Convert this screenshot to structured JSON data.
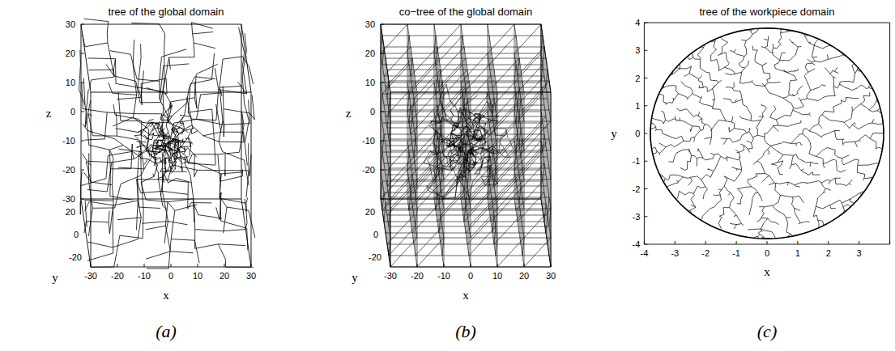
{
  "diagram": {
    "labels": [
      "tree of the global domain",
      "30",
      "20",
      "10",
      "0",
      "-10",
      "-20",
      "-30",
      "z",
      "20",
      "0",
      "-20",
      "y",
      "-30",
      "-20",
      "-10",
      "0",
      "10",
      "20",
      "30",
      "x",
      "(a)",
      "co−tree of the global domain",
      "30",
      "20",
      "10",
      "0",
      "-10",
      "-20",
      "z",
      "20",
      "0",
      "-20",
      "y",
      "-30",
      "-20",
      "-10",
      "0",
      "10",
      "20",
      "30",
      "x",
      "(b)",
      "tree of the workpiece domain",
      "4",
      "3",
      "2",
      "1",
      "0",
      "-1",
      "-2",
      "-3",
      "-4",
      "y",
      "-4",
      "-3",
      "-2",
      "-1",
      "0",
      "1",
      "2",
      "3",
      "x",
      "(c)"
    ]
  }
}
